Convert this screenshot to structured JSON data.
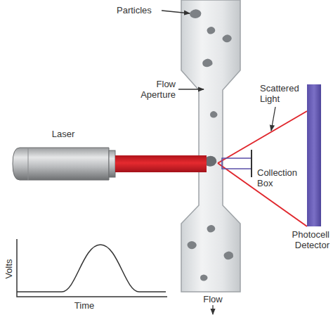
{
  "diagram": {
    "labels": [
      "Particles",
      "Laser",
      "Flow Aperture",
      "Scattered Light",
      "Collection Box",
      "Photocell Detector",
      "Volts",
      "Time",
      "Flow"
    ]
  }
}
